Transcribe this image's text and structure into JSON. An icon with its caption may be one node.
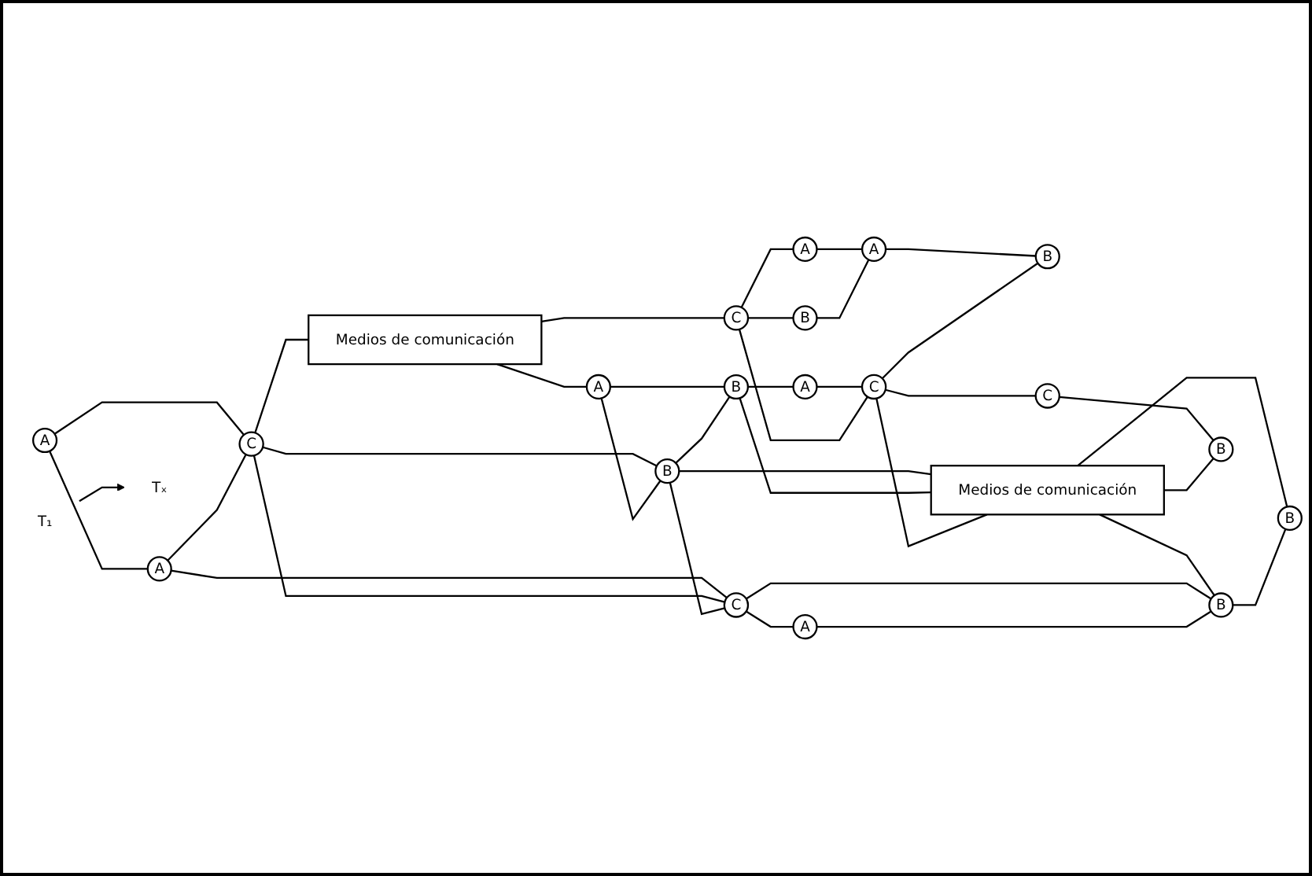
{
  "diagram": {
    "nodes": [
      {
        "text": [
          "Medios de comunicación"
        ]
      },
      {
        "text": [
          "A"
        ]
      },
      {
        "text": [
          "A"
        ]
      },
      {
        "text": [
          "C"
        ]
      },
      {
        "text": [
          "A"
        ]
      },
      {
        "text": [
          "C"
        ]
      },
      {
        "text": [
          "B"
        ]
      },
      {
        "text": [
          "A"
        ]
      },
      {
        "text": [
          "B"
        ]
      },
      {
        "text": [
          "B"
        ]
      },
      {
        "text": [
          "A"
        ]
      },
      {
        "text": [
          "A"
        ]
      },
      {
        "text": [
          "C"
        ]
      },
      {
        "text": [
          "C"
        ]
      },
      {
        "text": [
          "B"
        ]
      },
      {
        "text": [
          "Medios de comunicación"
        ]
      },
      {
        "text": [
          "B"
        ]
      },
      {
        "text": [
          "A"
        ]
      },
      {
        "text": [
          "C"
        ]
      },
      {
        "text": [
          "B"
        ]
      },
      {
        "text": [
          "B"
        ]
      },
      {
        "text": [
          "T₁"
        ]
      },
      {
        "text": [
          "Tₓ"
        ]
      }
    ],
    "edges": [
      {
        "from": 1,
        "to": 3,
        "arrow": "none"
      },
      {
        "from": 1,
        "to": 7,
        "arrow": "none"
      },
      {
        "from": 7,
        "to": 3,
        "arrow": "none"
      },
      {
        "from": 7,
        "to": 13,
        "arrow": "none"
      },
      {
        "from": 3,
        "to": 13,
        "arrow": "none"
      },
      {
        "from": 3,
        "to": 9,
        "arrow": "none"
      },
      {
        "from": 3,
        "to": 0,
        "arrow": "none"
      },
      {
        "from": 0,
        "to": 4,
        "arrow": "none"
      },
      {
        "from": 0,
        "to": 5,
        "arrow": "none"
      },
      {
        "from": 4,
        "to": 9,
        "arrow": "none"
      },
      {
        "from": 4,
        "to": 8,
        "arrow": "none"
      },
      {
        "from": 9,
        "to": 8,
        "arrow": "none"
      },
      {
        "from": 9,
        "to": 13,
        "arrow": "none"
      },
      {
        "from": 9,
        "to": 15,
        "arrow": "none"
      },
      {
        "from": 8,
        "to": 15,
        "arrow": "none"
      },
      {
        "from": 8,
        "to": 11,
        "arrow": "none"
      },
      {
        "from": 11,
        "to": 12,
        "arrow": "none"
      },
      {
        "from": 5,
        "to": 12,
        "arrow": "none"
      },
      {
        "from": 5,
        "to": 6,
        "arrow": "none"
      },
      {
        "from": 5,
        "to": 2,
        "arrow": "none"
      },
      {
        "from": 2,
        "to": 10,
        "arrow": "none"
      },
      {
        "from": 6,
        "to": 10,
        "arrow": "none"
      },
      {
        "from": 10,
        "to": 14,
        "arrow": "none"
      },
      {
        "from": 12,
        "to": 14,
        "arrow": "none"
      },
      {
        "from": 12,
        "to": 15,
        "arrow": "none"
      },
      {
        "from": 12,
        "to": 18,
        "arrow": "none"
      },
      {
        "from": 18,
        "to": 20,
        "arrow": "none"
      },
      {
        "from": 15,
        "to": 20,
        "arrow": "none"
      },
      {
        "from": 15,
        "to": 19,
        "arrow": "none"
      },
      {
        "from": 15,
        "to": 16,
        "arrow": "none"
      },
      {
        "from": 16,
        "to": 19,
        "arrow": "none"
      },
      {
        "from": 13,
        "to": 16,
        "arrow": "none"
      },
      {
        "from": 13,
        "to": 17,
        "arrow": "none"
      },
      {
        "from": 17,
        "to": 16,
        "arrow": "none"
      },
      {
        "from": 21,
        "to": 22,
        "arrow": "to"
      }
    ]
  }
}
